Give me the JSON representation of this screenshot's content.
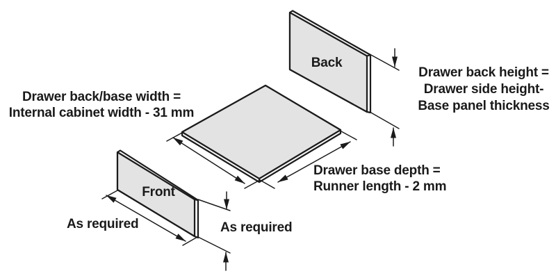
{
  "diagram": {
    "back_panel_label": "Back",
    "front_panel_label": "Front",
    "width_formula": {
      "line1": "Drawer back/base width =",
      "line2": "Internal cabinet width - 31 mm"
    },
    "back_height_formula": {
      "line1": "Drawer back height =",
      "line2": "Drawer side height-",
      "line3": "Base panel thickness"
    },
    "base_depth_formula": {
      "line1": "Drawer base depth =",
      "line2": "Runner length - 2 mm"
    },
    "front_width_note": "As required",
    "front_height_note": "As required",
    "colors": {
      "background": "#ffffff",
      "panel_face": "#e3e3e3",
      "panel_edge_highlight": "#f6f6f6",
      "outline": "#1b1b1b",
      "dimension_line": "#1b1b1b",
      "text": "#1a1a1a"
    }
  }
}
